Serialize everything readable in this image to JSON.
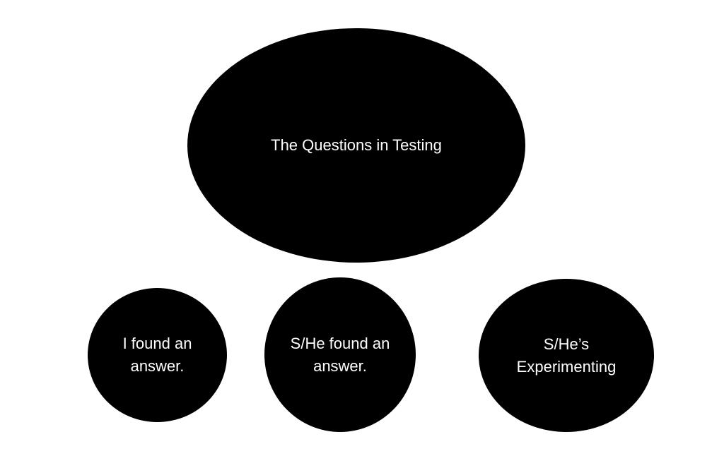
{
  "diagram": {
    "root": {
      "label": "The Questions in Testing"
    },
    "children": [
      {
        "label": "I found an\nanswer."
      },
      {
        "label": "S/He found an\nanswer."
      },
      {
        "label": "S/He’s\nExperimenting"
      }
    ],
    "colors": {
      "node_fill": "#000000",
      "text": "#ffffff",
      "background": "#ffffff"
    }
  }
}
